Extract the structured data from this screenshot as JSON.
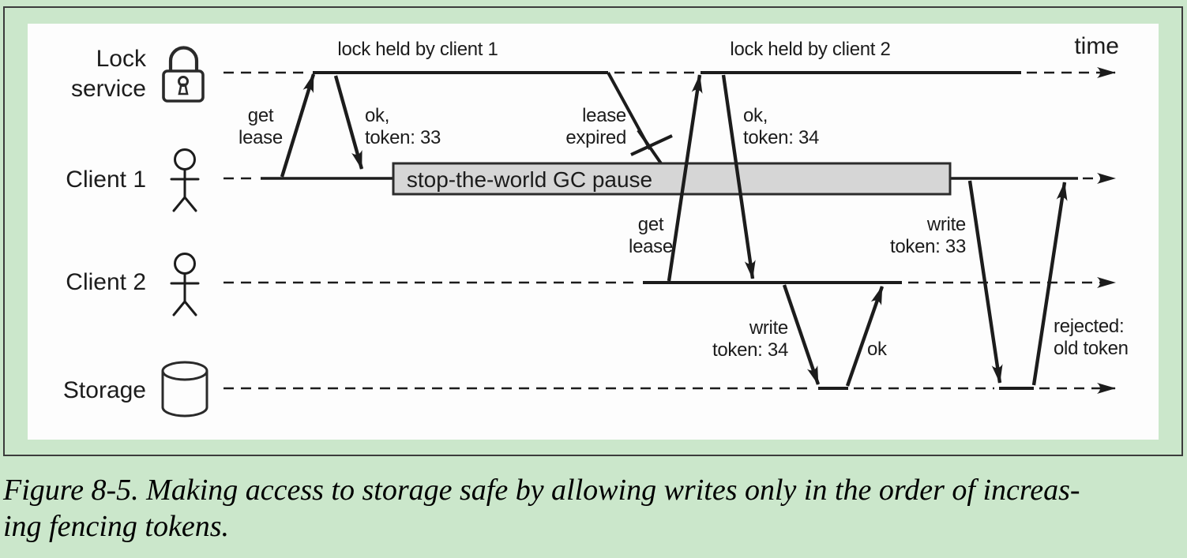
{
  "colors": {
    "background_green": "#cbe7cb",
    "diagram_white": "#fdfdfd",
    "gc_box_fill": "#d6d6d6",
    "line_black": "#1c1c1c"
  },
  "icons": {
    "lock_service": "padlock-icon",
    "client1": "person-icon",
    "client2": "person-icon",
    "storage": "database-cylinder-icon",
    "timeline_end": "arrowhead-right-icon"
  },
  "diagram": {
    "lanes": {
      "lock_service": {
        "label_line1": "Lock",
        "label_line2": "service"
      },
      "client1": {
        "label": "Client 1"
      },
      "client2": {
        "label": "Client 2"
      },
      "storage": {
        "label": "Storage"
      }
    },
    "time_label": "time",
    "lock_held_1": "lock held by client 1",
    "lock_held_2": "lock held by client 2",
    "get_lease_1": {
      "line1": "get",
      "line2": "lease"
    },
    "ok_token_33": {
      "line1": "ok,",
      "line2": "token: 33"
    },
    "lease_expired": {
      "line1": "lease",
      "line2": "expired"
    },
    "ok_token_34": {
      "line1": "ok,",
      "line2": "token: 34"
    },
    "get_lease_2": {
      "line1": "get",
      "line2": "lease"
    },
    "gc_pause": "stop-the-world GC pause",
    "write_token_34": {
      "line1": "write",
      "line2": "token: 34"
    },
    "ok_write": "ok",
    "write_token_33": {
      "line1": "write",
      "line2": "token: 33"
    },
    "rejected": {
      "line1": "rejected:",
      "line2": "old token"
    }
  },
  "caption": {
    "line1": "Figure 8-5. Making access to storage safe by allowing writes only in the order of increas-",
    "line2": "ing fencing tokens."
  }
}
